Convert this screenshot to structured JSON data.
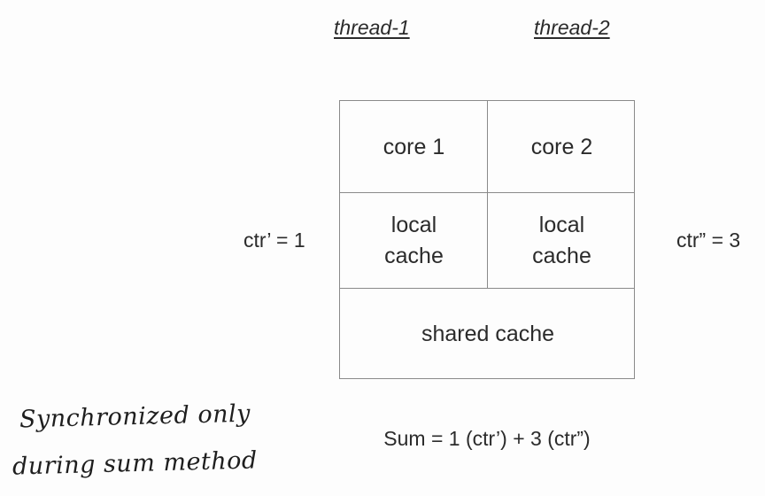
{
  "threads": {
    "t1": "thread-1",
    "t2": "thread-2"
  },
  "grid": {
    "core1": "core 1",
    "core2": "core 2",
    "local_cache_1": [
      "local",
      "cache"
    ],
    "local_cache_2": [
      "local",
      "cache"
    ],
    "shared": "shared cache"
  },
  "counters": {
    "left": "ctr’ = 1",
    "right": "ctr” = 3"
  },
  "sum": "Sum = 1 (ctr’) + 3 (ctr”)",
  "note": [
    "Synchronized only",
    "during sum method"
  ]
}
